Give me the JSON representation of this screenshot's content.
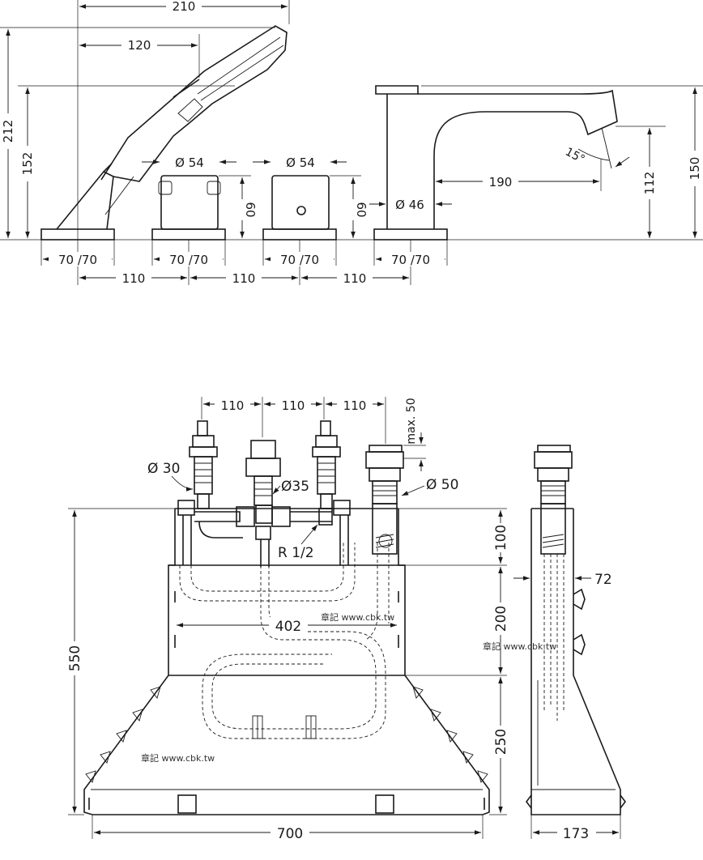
{
  "top_dimensions": {
    "width_210": "210",
    "reach_120": "120",
    "height_212": "212",
    "height_152": "152",
    "dia_54_left": "Ø 54",
    "dia_54_right": "Ø 54",
    "height_60_left": "60",
    "height_60_right": "60",
    "dia_46": "Ø 46",
    "angle_15": "15°",
    "reach_190": "190",
    "height_112": "112",
    "height_150": "150",
    "base_labels": [
      "70 /70",
      "70 /70",
      "70 /70",
      "70 /70"
    ],
    "spacing": [
      "110",
      "110",
      "110"
    ]
  },
  "bottom_dimensions": {
    "spacing": [
      "110",
      "110",
      "110"
    ],
    "max_50": "max. 50",
    "dia_30": "Ø 30",
    "dia_35": "Ø35",
    "dia_50": "Ø 50",
    "thread": "R 1/2",
    "width_402": "402",
    "height_550": "550",
    "height_100": "100",
    "height_200": "200",
    "height_250": "250",
    "width_700": "700",
    "depth_72": "72",
    "depth_173": "173"
  },
  "watermarks": [
    "章記 www.cbk.tw",
    "章記 www.cbk.tw",
    "章記 www.cbk.tw"
  ]
}
